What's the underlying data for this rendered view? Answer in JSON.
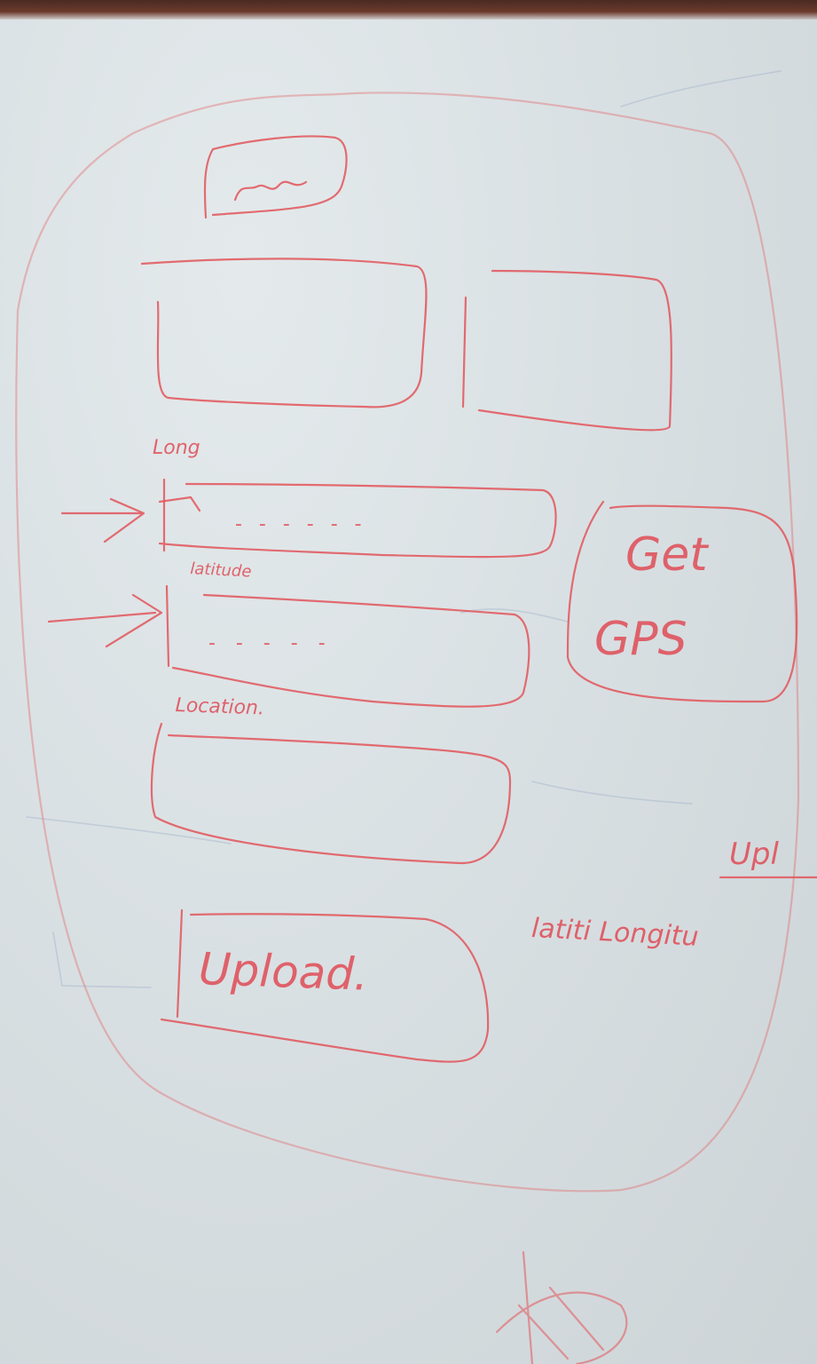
{
  "sketch": {
    "header_box_text": "",
    "long_label": "Long",
    "lat_label": "latitude",
    "location_label": "Location.",
    "get_gps_line1": "Get",
    "get_gps_line2": "GPS",
    "upload_button_label": "Upload.",
    "side_note_heading": "Upl",
    "side_note_text": "latiti Longitu",
    "long_dashes": "- - - - - -",
    "lat_dashes": "- - -   - -"
  },
  "colors": {
    "marker": "#e2555a",
    "board": "#d9e0e3",
    "frame": "#5a3026"
  }
}
